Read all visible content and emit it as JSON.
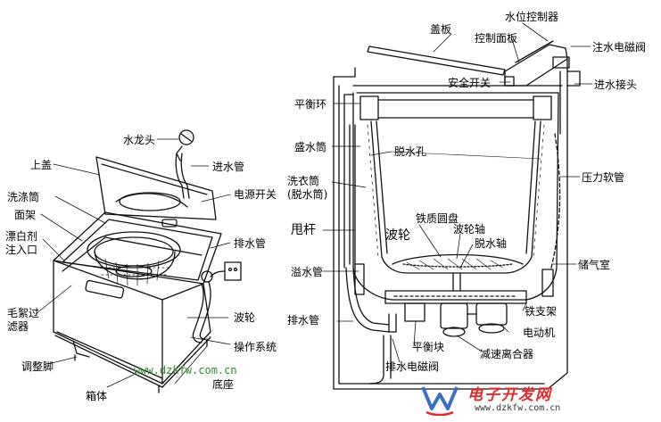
{
  "left_machine": {
    "labels": {
      "faucet": "水龙头",
      "top_cover": "上盖",
      "inlet_pipe": "进水管",
      "wash_drum": "洗涤筒",
      "power_switch": "电源开关",
      "face_frame": "面架",
      "bleach_inlet": "漂白剂\n注入口",
      "drain_pipe": "排水管",
      "lint_filter": "毛絮过\n滤器",
      "pulsator": "波轮",
      "control_system": "操作系统",
      "adjust_foot": "调整脚",
      "base": "底座",
      "cabinet": "箱体"
    }
  },
  "right_machine": {
    "labels": {
      "cover_plate": "盖板",
      "water_level_controller": "水位控制器",
      "control_panel": "控制面板",
      "inlet_solenoid": "注水电磁阀",
      "safety_switch": "安全开关",
      "inlet_connector": "进水接头",
      "balance_ring": "平衡环",
      "water_tub": "盛水筒",
      "spin_holes": "脱水孔",
      "wash_tub": "洗衣筒\n(脱水筒)",
      "pressure_hose": "压力软管",
      "iron_disc": "铁质圆盘",
      "spin_rod": "甩杆",
      "pulsator": "波轮",
      "pulsator_shaft": "波轮轴",
      "spin_shaft": "脱水轴",
      "overflow_pipe": "溢水管",
      "air_chamber": "储气室",
      "drain_pipe": "排水管",
      "iron_bracket": "铁支架",
      "balance_block": "平衡块",
      "motor": "电动机",
      "drain_solenoid": "排水电磁阀",
      "reduction_clutch": "减速离合器"
    }
  },
  "watermark": {
    "url": "www.dzkfw.com.cn",
    "brand_name": "电子开发网",
    "brand_url": "www.dzkfw.com.cn"
  },
  "colors": {
    "line": "#111111",
    "url_green": "#2e8b2e",
    "brand_red": "#e02a2a",
    "logo_blue": "#3a6fc4"
  }
}
